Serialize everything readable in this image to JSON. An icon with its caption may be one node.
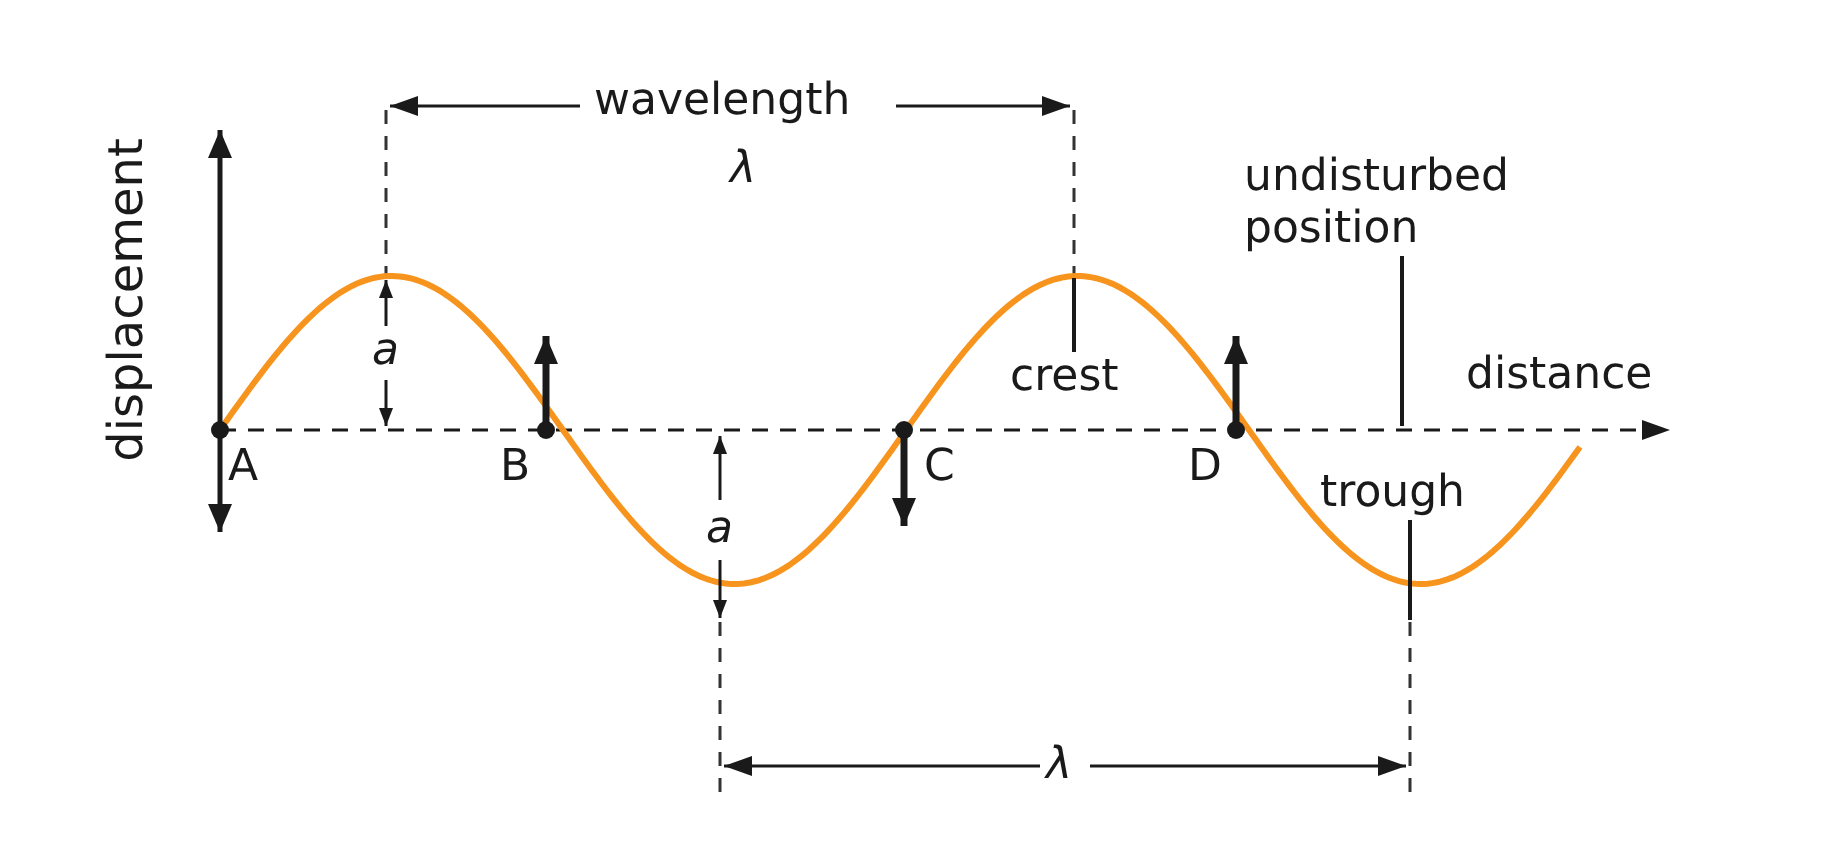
{
  "diagram": {
    "nodes": [
      {
        "text": [
          "undisturbed position"
        ]
      },
      {
        "text": [
          "crest"
        ]
      },
      {
        "text": [
          "trough"
        ]
      }
    ],
    "edges": [
      {
        "from": 0,
        "to": null,
        "arrow": "none"
      },
      {
        "from": 1,
        "to": null,
        "arrow": "none"
      },
      {
        "from": 2,
        "to": null,
        "arrow": "none"
      }
    ],
    "labels": [
      "wavelength",
      "λ",
      "displacement",
      "a",
      "distance",
      "A",
      "B",
      "C",
      "D",
      "a",
      "λ"
    ]
  }
}
